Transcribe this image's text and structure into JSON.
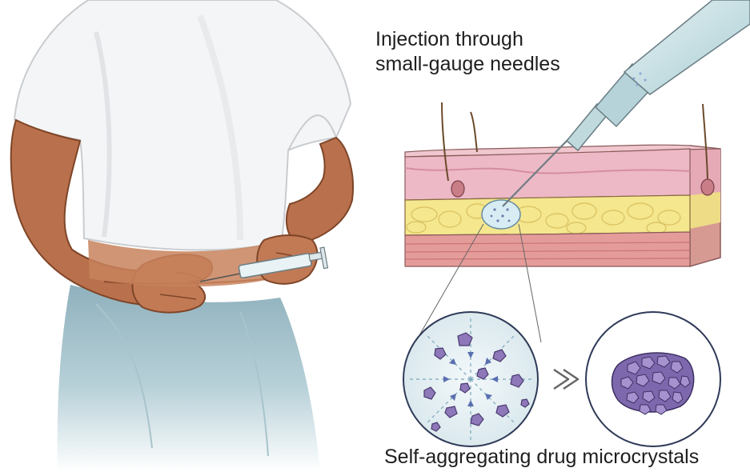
{
  "labels": {
    "injection_line1": "Injection through",
    "injection_line2": "small-gauge needles",
    "microcrystals": "Self-aggregating drug microcrystals"
  },
  "colors": {
    "skin": "#b9704c",
    "skin_shadow": "#8a4a2e",
    "shirt": "#f3f3f3",
    "shirt_shade": "#d5d8dc",
    "pants": "#9fbfc9",
    "dermis": "#edb9c6",
    "fat": "#f4e78e",
    "muscle": "#e49c9a",
    "crystal": "#8e78b9",
    "crystal_dark": "#4a3a70",
    "circle_fill": "#e6f0f3",
    "circle_stroke": "#2f3a58",
    "syringe_barrel": "#bfd9dd"
  },
  "icons": {
    "arrow": "double-chevron-right-icon",
    "syringe": "syringe-icon"
  }
}
